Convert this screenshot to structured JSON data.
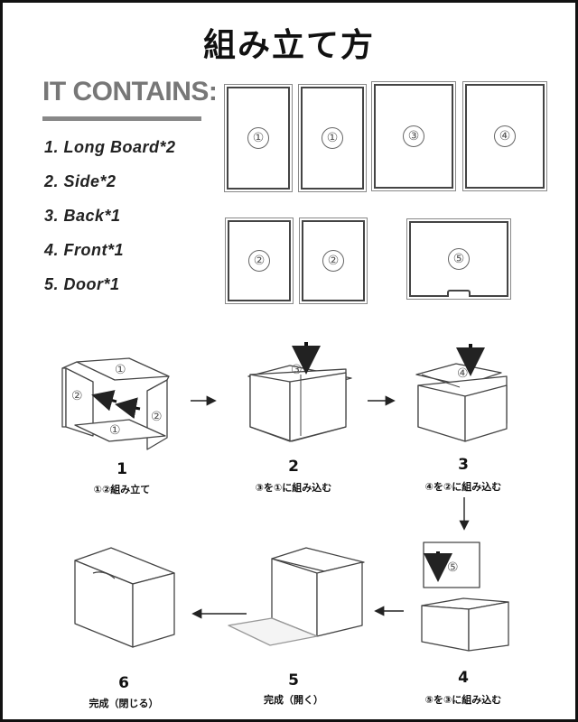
{
  "title": "組み立て方",
  "contains": {
    "heading": "IT CONTAINS:",
    "items": [
      "1. Long Board*2",
      "2. Side*2",
      "3. Back*1",
      "4. Front*1",
      "5. Door*1"
    ]
  },
  "boards": [
    {
      "label": "①"
    },
    {
      "label": "①"
    },
    {
      "label": "③"
    },
    {
      "label": "④"
    },
    {
      "label": "②"
    },
    {
      "label": "②"
    },
    {
      "label": "⑤"
    }
  ],
  "steps": [
    {
      "number": "1",
      "caption": "①②組み立て"
    },
    {
      "number": "2",
      "caption": "③を①に組み込む"
    },
    {
      "number": "3",
      "caption": "④を②に組み込む"
    },
    {
      "number": "4",
      "caption": "⑤を③に組み込む"
    },
    {
      "number": "5",
      "caption": "完成（開く）"
    },
    {
      "number": "6",
      "caption": "完成（閉じる）"
    }
  ],
  "diagram_labels": {
    "s1_top": "①",
    "s1_left": "②",
    "s1_right": "②",
    "s1_bottom": "①",
    "s2_panel": "③",
    "s3_panel": "④",
    "s4_door": "⑤"
  }
}
